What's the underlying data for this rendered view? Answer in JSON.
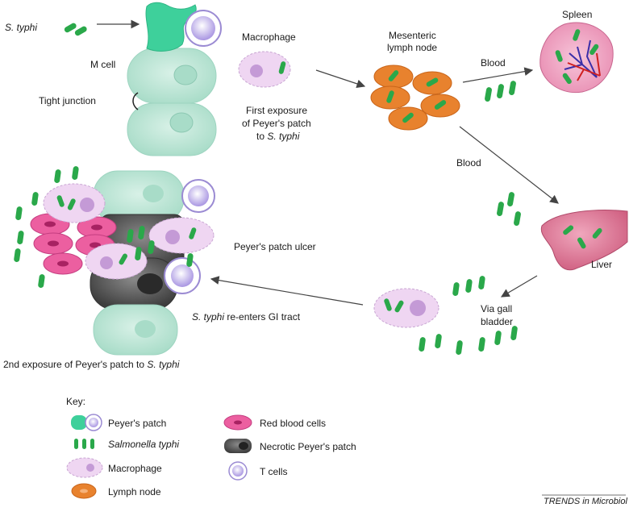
{
  "colors": {
    "cell_fill": "#bfe6d8",
    "cell_stroke": "#9dd4c0",
    "m_cell": "#3ed09b",
    "bacteria": "#2aa84a",
    "macrophage": "#efd6f2",
    "lymph_node": "#e8822e",
    "rbc": "#ec5fa0",
    "necrotic": "#555555",
    "t_cell": "#b8a6e6",
    "spleen": "#f2a2c2",
    "liver": "#e07c9a",
    "arrow": "#444444"
  },
  "labels": {
    "s_typhi": "S. typhi",
    "m_cell": "M cell",
    "tight_junction": "Tight junction",
    "macrophage": "Macrophage",
    "first_exposure_1": "First exposure",
    "first_exposure_2": "of Peyer's patch",
    "first_exposure_3_prefix": "to ",
    "first_exposure_3_italic": "S. typhi",
    "mesenteric_1": "Mesenteric",
    "mesenteric_2": "lymph node",
    "blood_top": "Blood",
    "spleen": "Spleen",
    "blood_middle": "Blood",
    "liver": "Liver",
    "via_gall_1": "Via gall",
    "via_gall_2": "bladder",
    "peyers_ulcer": "Peyer's patch ulcer",
    "reenters_italic": "S. typhi",
    "reenters_rest": " re-enters GI tract",
    "second_exposure_prefix": "2nd exposure of Peyer's patch to ",
    "second_exposure_italic": "S. typhi",
    "credit": "TRENDS in Microbiol"
  },
  "key": {
    "title": "Key:",
    "items": [
      {
        "label": "Peyer's patch",
        "italic": false
      },
      {
        "label": "Red blood cells",
        "italic": false
      },
      {
        "label": "Salmonella typhi",
        "italic": true
      },
      {
        "label": "Necrotic Peyer's patch",
        "italic": false
      },
      {
        "label": "Macrophage",
        "italic": false
      },
      {
        "label": "T cells",
        "italic": false
      },
      {
        "label": "Lymph node",
        "italic": false
      }
    ]
  }
}
